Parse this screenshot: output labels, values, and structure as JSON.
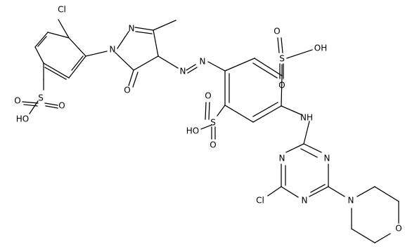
{
  "molecule": {
    "labels": {
      "cl_top": "Cl",
      "n_pyr1": "N",
      "n_pyr2": "N",
      "o_pyr": "O",
      "n_azo1": "N",
      "n_azo2": "N",
      "s_left": "S",
      "o_left_a": "O",
      "o_left_b": "O",
      "oh_left": "HO",
      "s_mid": "S",
      "o_mid_a": "O",
      "o_mid_b": "O",
      "oh_mid": "HO",
      "s_right": "S",
      "o_right_a": "O",
      "o_right_b": "O",
      "oh_right": "OH",
      "nh": "NH",
      "n_tri1": "N",
      "n_tri2": "N",
      "n_tri3": "N",
      "cl_bottom": "Cl",
      "n_morph": "N",
      "o_morph": "O"
    }
  }
}
